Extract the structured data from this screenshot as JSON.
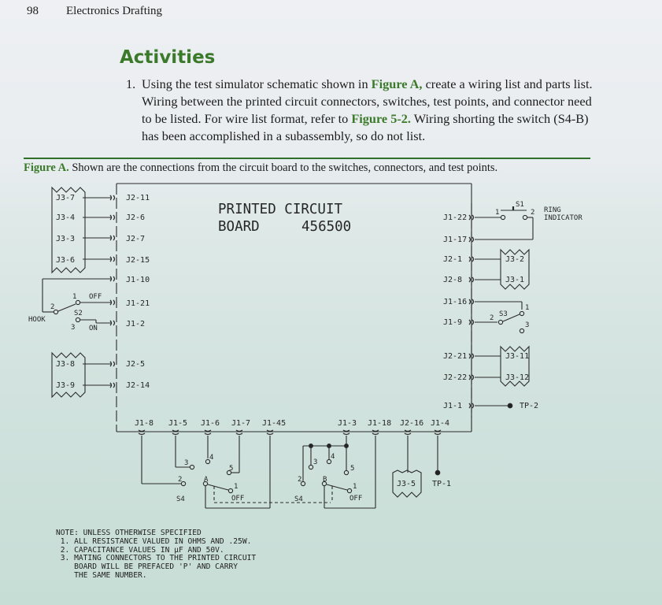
{
  "page": {
    "number": "98",
    "running_title": "Electronics Drafting"
  },
  "activities": {
    "heading": "Activities",
    "items": [
      {
        "number": "1.",
        "text_before": "Using the test simulator schematic shown in ",
        "ref1": "Figure A,",
        "text_middle": " create a wiring list and parts list. Wiring between the printed circuit connectors, switches, test points, and connector need to be listed. For wire list format, refer to ",
        "ref2": "Figure 5-2.",
        "text_after": " Wiring shorting the switch (S4-B) has been accomplished in a subassembly, so do not list."
      }
    ]
  },
  "figure": {
    "label": "Figure A.",
    "caption": "Shown are the connections from the circuit board to the switches, connectors, and test points.",
    "board_title_line1": "PRINTED CIRCUIT",
    "board_title_line2": "BOARD",
    "board_number": "456500",
    "left_connectors": [
      "J2-11",
      "J2-6",
      "J2-7",
      "J2-15",
      "J1-10",
      "J1-21",
      "J1-2",
      "J2-5",
      "J2-14"
    ],
    "left_plug_top": [
      "J3-7",
      "J3-4",
      "J3-3",
      "J3-6"
    ],
    "left_plug_bottom": [
      "J3-8",
      "J3-9"
    ],
    "s2": {
      "name": "S2",
      "label": "HOOK",
      "pin1": "1",
      "pin2": "2",
      "pin3": "3",
      "off": "OFF",
      "on": "ON"
    },
    "right_connectors": [
      "J1-22",
      "J1-17",
      "J2-1",
      "J2-8",
      "J1-16",
      "J1-9",
      "J2-21",
      "J2-22",
      "J1-1"
    ],
    "s1": {
      "name": "S1",
      "pin1": "1",
      "pin2": "2",
      "label_line1": "RING",
      "label_line2": "INDICATOR"
    },
    "right_plug_top": [
      "J3-2",
      "J3-1"
    ],
    "right_plug_bottom": [
      "J3-11",
      "J3-12"
    ],
    "s3": {
      "name": "S3",
      "pin1": "1",
      "pin2": "2",
      "pin3": "3"
    },
    "tp2": "TP-2",
    "bottom_connectors": [
      "J1-8",
      "J1-5",
      "J1-6",
      "J1-7",
      "J1-45",
      "J1-3",
      "J1-18",
      "J2-16",
      "J1-4"
    ],
    "s4a": {
      "name": "S4",
      "pole": "A",
      "pins": [
        "1",
        "2",
        "3",
        "4",
        "5"
      ],
      "off": "OFF"
    },
    "s4b": {
      "name": "S4",
      "pole": "B",
      "pins": [
        "1",
        "2",
        "3",
        "4",
        "5"
      ],
      "off": "OFF"
    },
    "j3_5": "J3-5",
    "tp1": "TP-1"
  },
  "notes": {
    "title": "NOTE: UNLESS OTHERWISE SPECIFIED",
    "items": [
      " 1. ALL RESISTANCE VALUED IN OHMS AND .25W.",
      " 2. CAPACITANCE VALUES IN µF AND 50V.",
      " 3. MATING CONNECTORS TO THE PRINTED CIRCUIT",
      "    BOARD WILL BE PREFACED 'P' AND CARRY",
      "    THE SAME NUMBER."
    ]
  }
}
